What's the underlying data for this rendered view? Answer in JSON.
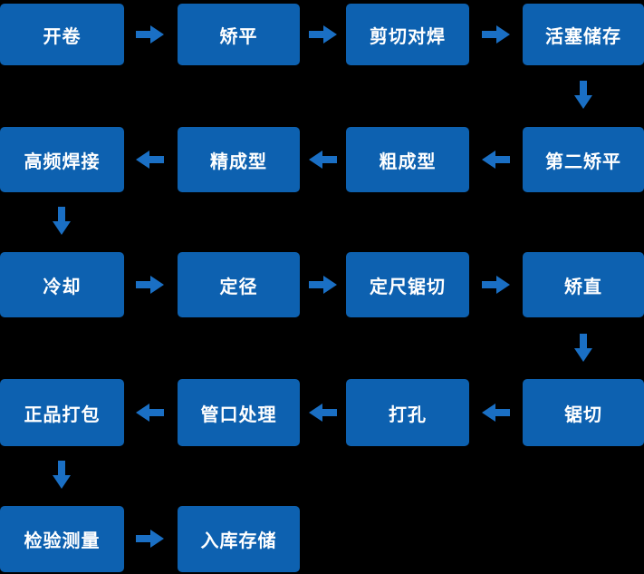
{
  "colors": {
    "box": "#0d61b0",
    "arrow": "#1a6fc4",
    "text": "#ffffff",
    "background": "#000000"
  },
  "flowchart": {
    "nodes": {
      "uncoiling": {
        "label": "开卷"
      },
      "leveling": {
        "label": "矫平"
      },
      "shear_butt_welding": {
        "label": "剪切对焊"
      },
      "piston_storage": {
        "label": "活塞储存"
      },
      "second_leveling": {
        "label": "第二矫平"
      },
      "rough_forming": {
        "label": "粗成型"
      },
      "fine_forming": {
        "label": "精成型"
      },
      "hf_welding": {
        "label": "高频焊接"
      },
      "cooling": {
        "label": "冷却"
      },
      "sizing": {
        "label": "定径"
      },
      "fixed_length_sawing": {
        "label": "定尺锯切"
      },
      "straightening": {
        "label": "矫直"
      },
      "sawing": {
        "label": "锯切"
      },
      "drilling": {
        "label": "打孔"
      },
      "pipe_end_treatment": {
        "label": "管口处理"
      },
      "product_packing": {
        "label": "正品打包"
      },
      "inspection_measuring": {
        "label": "检验测量"
      },
      "warehouse_storage": {
        "label": "入库存储"
      }
    },
    "connections": [
      {
        "from": "uncoiling",
        "to": "leveling"
      },
      {
        "from": "leveling",
        "to": "shear_butt_welding"
      },
      {
        "from": "shear_butt_welding",
        "to": "piston_storage"
      },
      {
        "from": "piston_storage",
        "to": "second_leveling"
      },
      {
        "from": "second_leveling",
        "to": "rough_forming"
      },
      {
        "from": "rough_forming",
        "to": "fine_forming"
      },
      {
        "from": "fine_forming",
        "to": "hf_welding"
      },
      {
        "from": "hf_welding",
        "to": "cooling"
      },
      {
        "from": "cooling",
        "to": "sizing"
      },
      {
        "from": "sizing",
        "to": "fixed_length_sawing"
      },
      {
        "from": "fixed_length_sawing",
        "to": "straightening"
      },
      {
        "from": "straightening",
        "to": "sawing"
      },
      {
        "from": "sawing",
        "to": "drilling"
      },
      {
        "from": "drilling",
        "to": "pipe_end_treatment"
      },
      {
        "from": "pipe_end_treatment",
        "to": "product_packing"
      },
      {
        "from": "product_packing",
        "to": "inspection_measuring"
      },
      {
        "from": "inspection_measuring",
        "to": "warehouse_storage"
      }
    ]
  }
}
